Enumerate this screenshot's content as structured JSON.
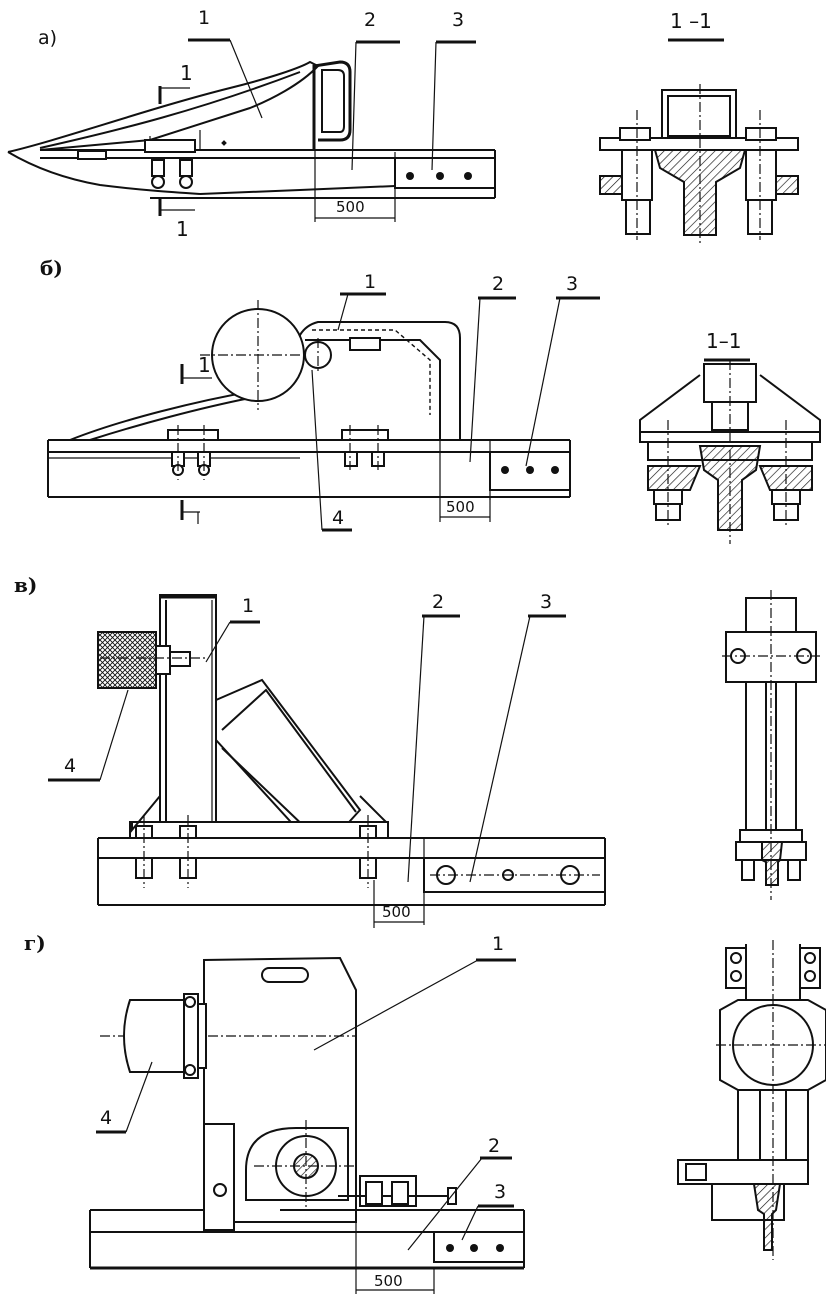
{
  "panels": {
    "a": {
      "tag": "а)",
      "callouts": [
        "1",
        "2",
        "3"
      ],
      "section_marks": [
        "1",
        "1"
      ],
      "dimension": "500",
      "section_title": "1 –1"
    },
    "b": {
      "tag": "б)",
      "callouts": [
        "1",
        "2",
        "3",
        "4"
      ],
      "section_marks": [
        "1"
      ],
      "dimension": "500",
      "section_title": "1–1"
    },
    "v": {
      "tag": "в)",
      "callouts": [
        "1",
        "2",
        "3",
        "4"
      ],
      "dimension": "500"
    },
    "g": {
      "tag": "г)",
      "callouts": [
        "1",
        "2",
        "3",
        "4"
      ],
      "dimension": "500"
    }
  }
}
